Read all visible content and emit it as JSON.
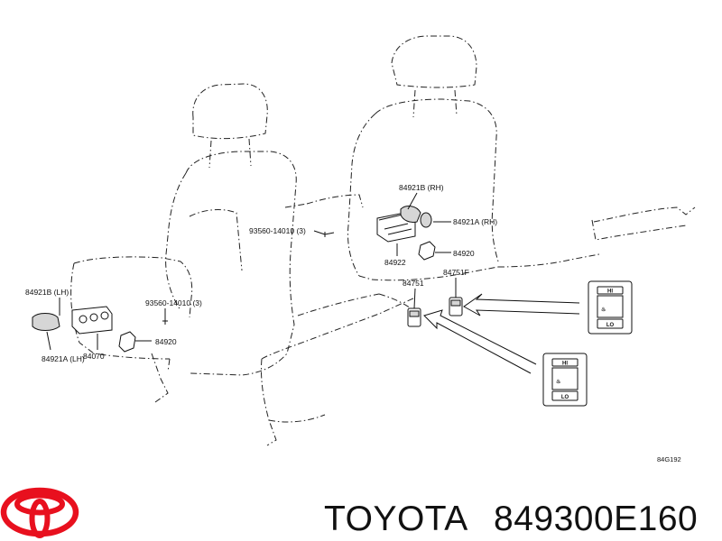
{
  "diagram": {
    "labels": {
      "p84921B_RH": "84921B (RH)",
      "p84921A_RH": "84921A (RH)",
      "p93560_a": "93560-14010 (3)",
      "p84922": "84922",
      "p84920_r": "84920",
      "p84751F": "84751F",
      "p84751": "84751",
      "p84921B_LH": "84921B (LH)",
      "p93560_b": "93560-14010 (3)",
      "p84920_l": "84920",
      "p84921A_LH": "84921A (LH)",
      "p84070": "84070"
    },
    "switch_a": {
      "hi": "HI",
      "lo": "LO"
    },
    "switch_b": {
      "hi": "HI",
      "lo": "LO"
    },
    "code": "84G192"
  },
  "footer": {
    "brand": "TOYOTA",
    "part_number": "849300E160",
    "brand_color": "#e8101e"
  }
}
